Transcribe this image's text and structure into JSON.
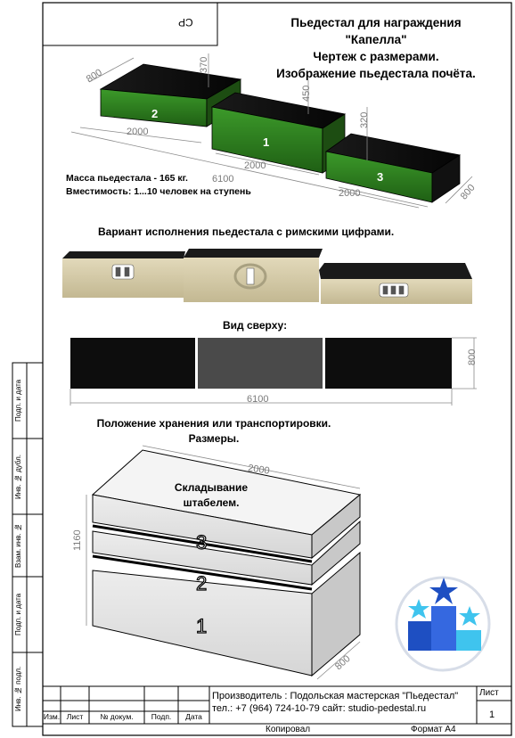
{
  "corner_code": "СР",
  "title": {
    "line1": "Пьедестал для награждения",
    "line2": "\"Капелла\"",
    "line3": "Чертеж с размерами.",
    "line4": "Изображение пьедестала почёта."
  },
  "dimensions_top": {
    "depth_left": "800",
    "height_2": "370",
    "height_1": "450",
    "height_3": "320",
    "width_2": "2000",
    "width_1": "2000",
    "width_3": "2000",
    "total_width": "6100",
    "depth_right": "800"
  },
  "place_labels": [
    "2",
    "1",
    "3"
  ],
  "specs": {
    "mass": "Масса пьедестала - 165 кг.",
    "capacity": "Вместимость: 1...10 человек на ступень"
  },
  "roman_header": "Вариант исполнения пьедестала с римскими цифрами.",
  "top_view": {
    "header": "Вид сверху:",
    "total_width": "6100",
    "depth": "800"
  },
  "storage": {
    "header_line1": "Положение хранения или транспортировки.",
    "header_line2": "Размеры.",
    "folding_line1": "Складывание",
    "folding_line2": "штабелем.",
    "width": "2000",
    "height": "1160",
    "depth": "800",
    "stack_labels": [
      "3",
      "2",
      "1"
    ]
  },
  "side_stamp": [
    "Подп. и дата",
    "Инв. № дубл.",
    "Взам. инв. №",
    "Подп. и дата",
    "Инв. № подл."
  ],
  "title_block": {
    "maker": "Производитель : Подольская мастерская \"Пьедестал\"",
    "contact": "тел.: +7 (964) 724-10-79 сайт: studio-pedestal.ru",
    "cols": [
      "Изм.",
      "Лист",
      "№ докум.",
      "Подп.",
      "Дата"
    ],
    "sheet_label": "Лист",
    "sheet_number": "1",
    "copied": "Копировал",
    "format": "Формат А4"
  },
  "colors": {
    "pedestal_green": "#2e7d1f",
    "pedestal_dark": "#111111",
    "roman_beige": "#d3c9a7",
    "logo_blue": "#1e4fc2",
    "logo_cyan": "#3fc4ee"
  }
}
